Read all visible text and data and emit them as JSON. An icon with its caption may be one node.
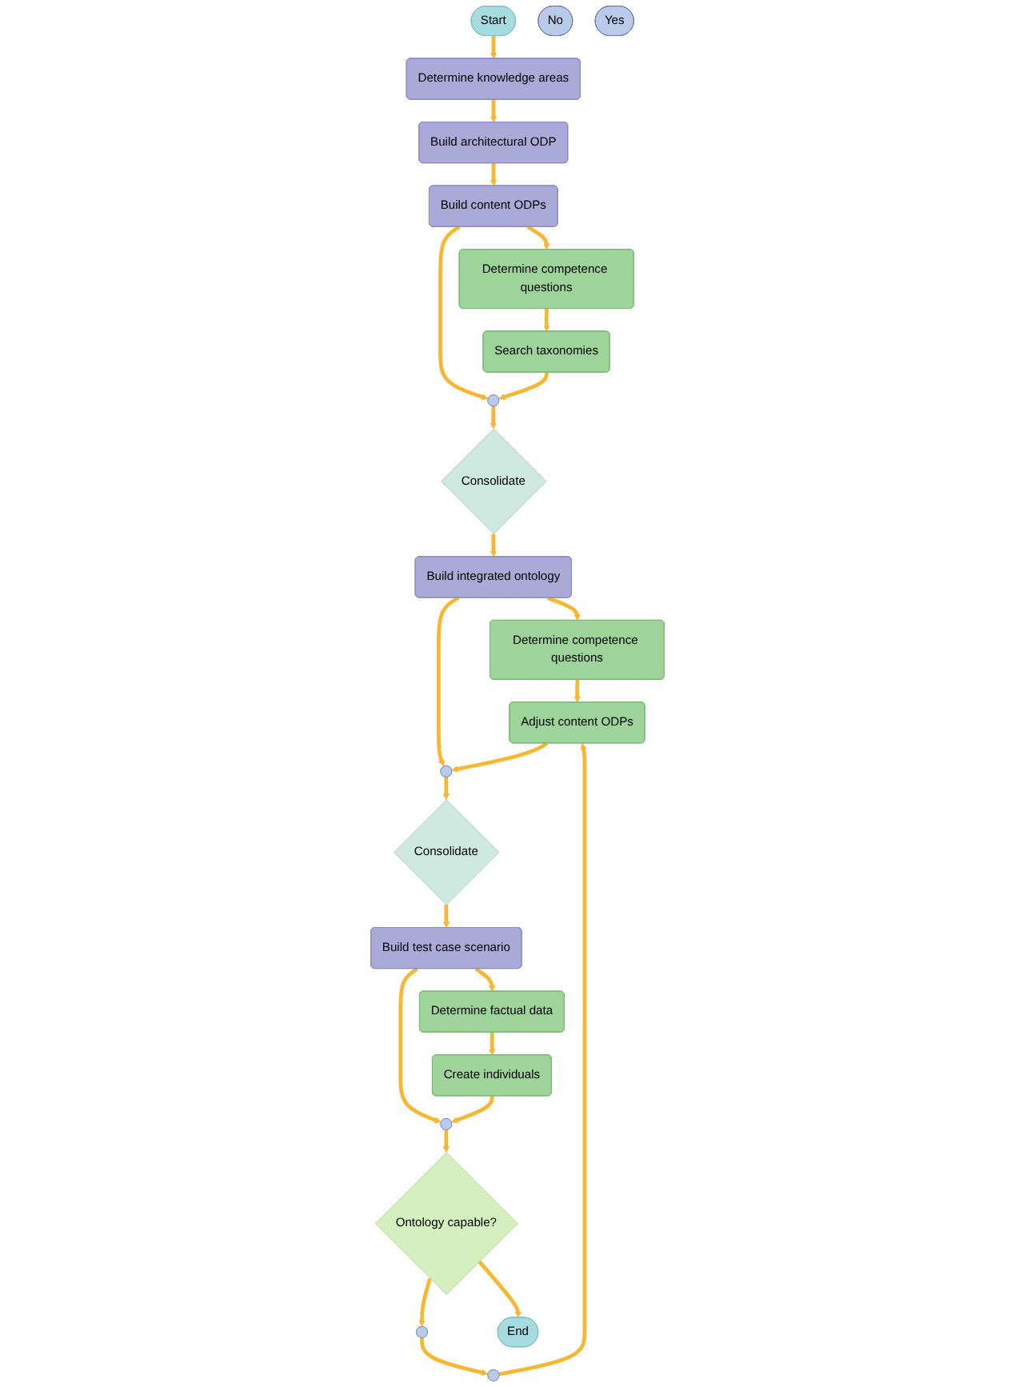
{
  "diagram": {
    "nodes": [
      {
        "text": [
          "Start"
        ]
      },
      {
        "text": [
          "Determine knowledge areas"
        ]
      },
      {
        "text": [
          "Build architectural ODP"
        ]
      },
      {
        "text": [
          "Build content ODPs"
        ]
      },
      {
        "text": [
          "Determine competence questions"
        ]
      },
      {
        "text": [
          "Search taxonomies"
        ]
      },
      {
        "text": [],
        "shape": "circle"
      },
      {
        "text": [
          "Consolidate"
        ]
      },
      {
        "text": [
          "Build integrated ontology"
        ]
      },
      {
        "text": [
          "Determine competence questions"
        ]
      },
      {
        "text": [],
        "shape": "circle"
      },
      {
        "text": [
          "Adjust content ODPs"
        ]
      },
      {
        "text": [],
        "shape": "circle"
      },
      {
        "text": [
          "Consolidate"
        ]
      },
      {
        "text": [
          "Build test case scenario"
        ]
      },
      {
        "text": [
          "Determine factual data"
        ]
      },
      {
        "text": [
          "Create individuals"
        ]
      },
      {
        "text": [],
        "shape": "circle"
      },
      {
        "text": [
          "Ontology capable?"
        ]
      },
      {
        "text": [],
        "shape": "circle"
      },
      {
        "text": [
          "No"
        ]
      },
      {
        "text": [
          "Yes"
        ]
      },
      {
        "text": [
          "End"
        ]
      }
    ],
    "edges": [
      {
        "from": 0,
        "to": 1,
        "arrow": "to"
      },
      {
        "from": 1,
        "to": 2,
        "arrow": "to"
      },
      {
        "from": 2,
        "to": 3,
        "arrow": "to"
      },
      {
        "from": 3,
        "to": 4,
        "arrow": "to"
      },
      {
        "from": 4,
        "to": 5,
        "arrow": "to"
      },
      {
        "from": 3,
        "to": 6,
        "arrow": "to"
      },
      {
        "from": 5,
        "to": 6,
        "arrow": "to"
      },
      {
        "from": 6,
        "to": 7,
        "arrow": "to"
      },
      {
        "from": 7,
        "to": 8,
        "arrow": "to"
      },
      {
        "from": 8,
        "to": 9,
        "arrow": "to"
      },
      {
        "from": 9,
        "to": 11,
        "arrow": "to"
      },
      {
        "from": 8,
        "to": 10,
        "arrow": "to"
      },
      {
        "from": 11,
        "to": 10,
        "arrow": "to"
      },
      {
        "from": 12,
        "to": 11,
        "arrow": "to"
      },
      {
        "from": 10,
        "to": 13,
        "arrow": "to"
      },
      {
        "from": 13,
        "to": 14,
        "arrow": "to"
      },
      {
        "from": 14,
        "to": 15,
        "arrow": "to"
      },
      {
        "from": 15,
        "to": 16,
        "arrow": "to"
      },
      {
        "from": 14,
        "to": 17,
        "arrow": "to"
      },
      {
        "from": 16,
        "to": 17,
        "arrow": "to"
      },
      {
        "from": 17,
        "to": 18,
        "arrow": "to"
      },
      {
        "from": 18,
        "to": 19,
        "arrow": "to"
      },
      {
        "from": 19,
        "to": 12,
        "arrow": "to"
      },
      {
        "from": 18,
        "to": 22,
        "arrow": "to"
      }
    ]
  }
}
